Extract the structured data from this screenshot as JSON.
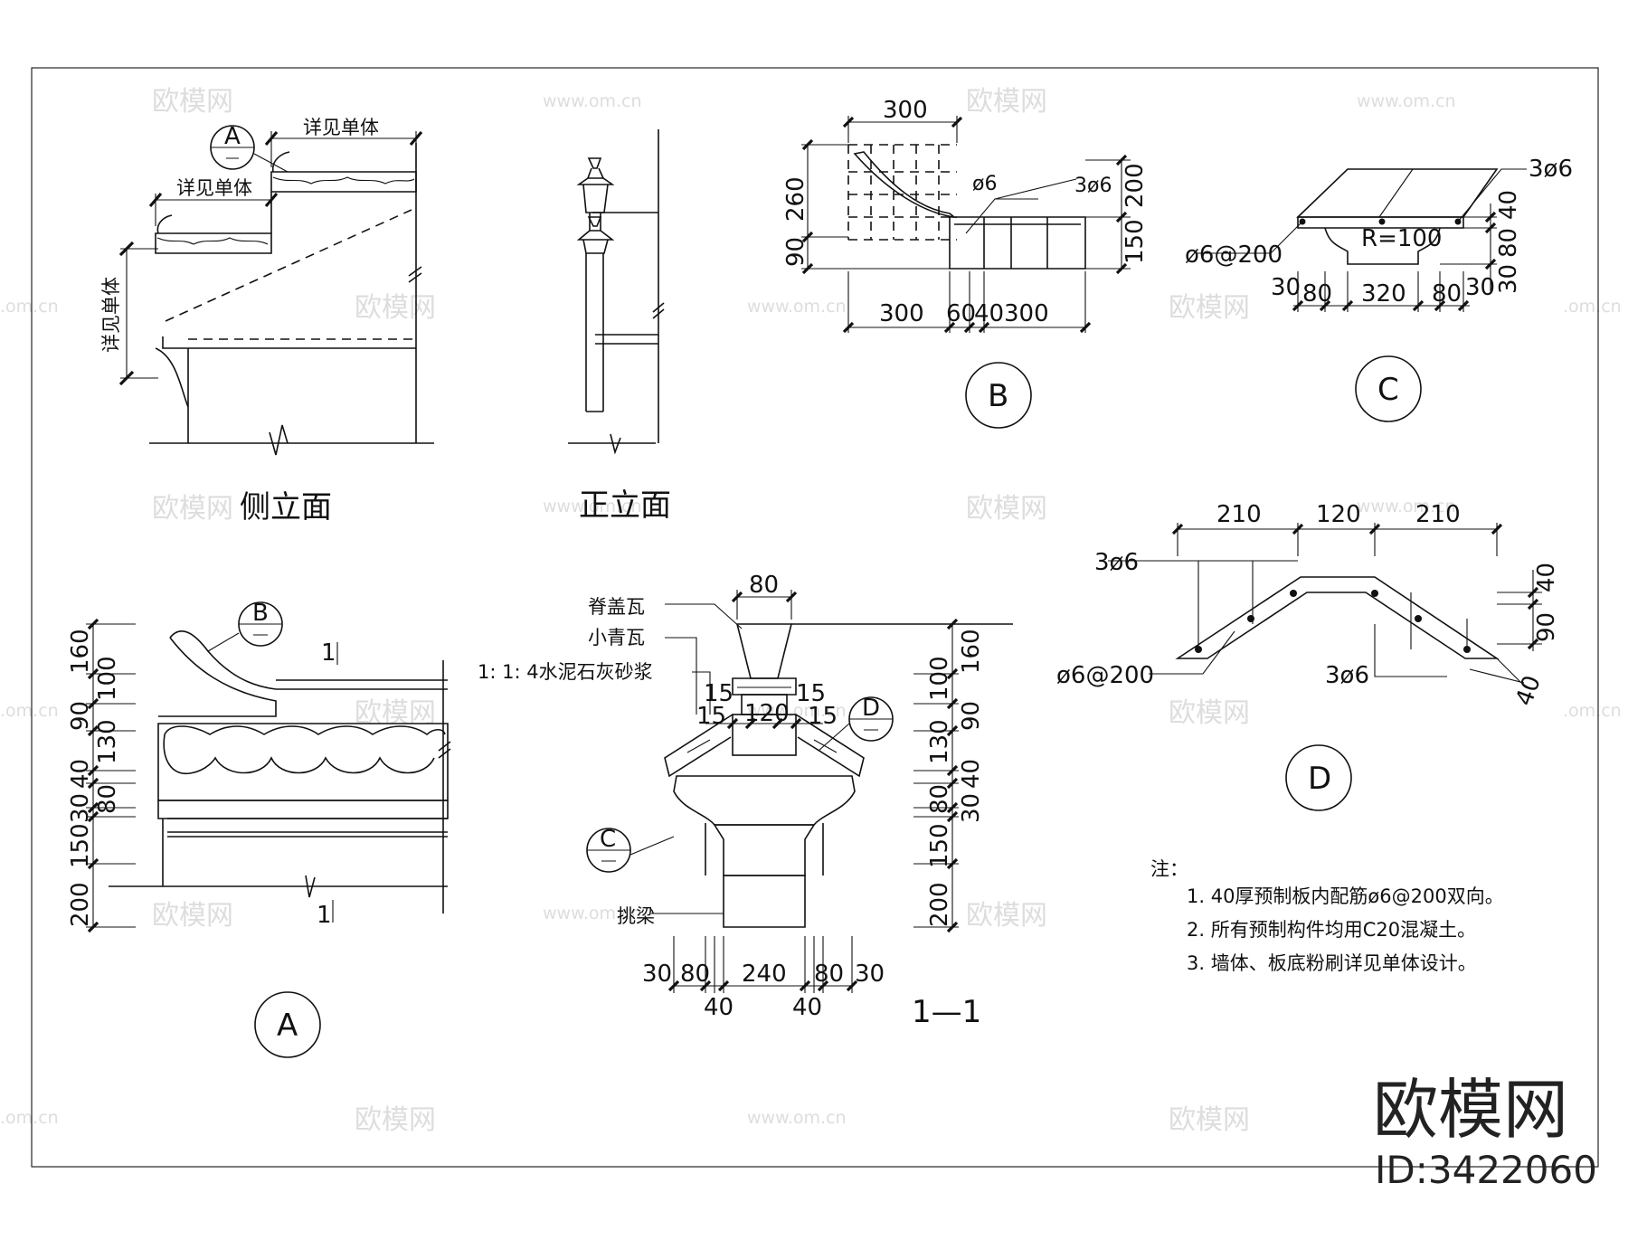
{
  "side_elevation": {
    "title": "侧立面",
    "callout_a": "A",
    "note_upper": "详见单体",
    "note_lower": "详见单体",
    "note_vertical": "详见单体"
  },
  "front_elevation": {
    "title": "正立面"
  },
  "detail_b": {
    "label": "B",
    "dim_top": "300",
    "dim_left_upper": "260",
    "dim_left_lower": "90",
    "dim_right_upper": "200",
    "dim_right_lower": "150",
    "dims_bottom": [
      "300",
      "60",
      "40",
      "300"
    ],
    "rebar_1": "ø6",
    "rebar_2": "3ø6"
  },
  "detail_c": {
    "label": "C",
    "rebar_top": "3ø6",
    "rebar_side": "ø6@200",
    "radius": "R=100",
    "dims_right": [
      "40",
      "80",
      "30"
    ],
    "dims_bottom": [
      "30",
      "80",
      "320",
      "80",
      "30"
    ]
  },
  "detail_d": {
    "label": "D",
    "dims_top": [
      "210",
      "120",
      "210"
    ],
    "rebar_top_left": "3ø6",
    "rebar_bottom_left": "ø6@200",
    "rebar_bottom_right": "3ø6",
    "dims_right": [
      "40",
      "90",
      "40"
    ]
  },
  "detail_a": {
    "label": "A",
    "callout_b": "B",
    "section_mark": "1",
    "dims_left": [
      "160",
      "100",
      "90",
      "130",
      "40",
      "80",
      "30",
      "150",
      "200"
    ]
  },
  "section_1_1": {
    "title": "1—1",
    "dim_top": "80",
    "label_ridge_tile": "脊盖瓦",
    "label_small_tile": "小青瓦",
    "label_mortar": "1: 1: 4水泥石灰砂浆",
    "label_beam": "挑梁",
    "dims_mid": [
      "15",
      "15",
      "15",
      "120",
      "15"
    ],
    "callout_c": "C",
    "callout_d": "D",
    "dims_right": [
      "160",
      "100",
      "90",
      "130",
      "40",
      "80",
      "30",
      "150",
      "200"
    ],
    "dims_bottom": [
      "30",
      "80",
      "240",
      "80",
      "30"
    ],
    "dims_bottom_sub": [
      "40",
      "40"
    ]
  },
  "notes": {
    "heading": "注：",
    "items": [
      "1.  40厚预制板内配筋ø6@200双向。",
      "2.  所有预制构件均用C20混凝土。",
      "3.  墙体、板底粉刷详见单体设计。"
    ]
  },
  "watermark": {
    "brand": "欧模网",
    "url": "www.om.cn",
    "url_short": ".om.cn",
    "id": "ID:3422060"
  }
}
